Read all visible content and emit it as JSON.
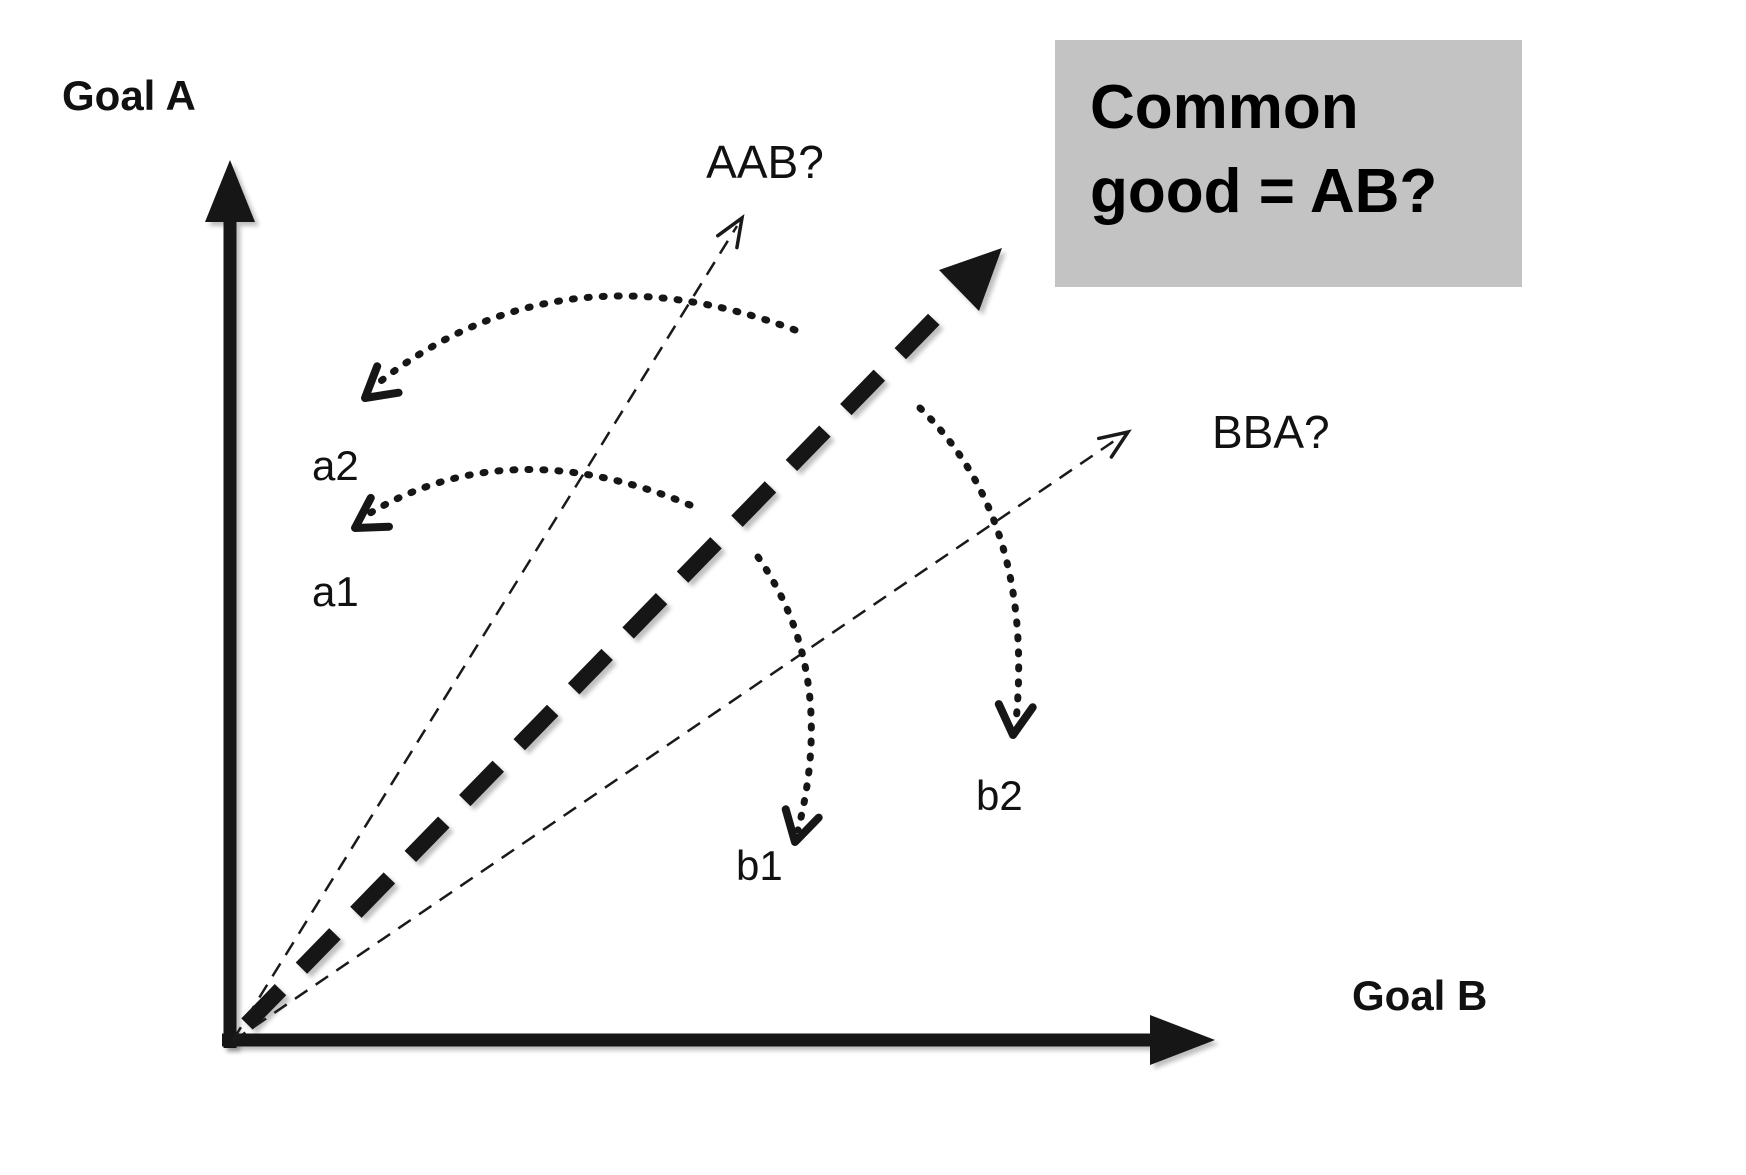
{
  "labels": {
    "goal_a": "Goal A",
    "goal_b": "Goal B",
    "aab": "AAB?",
    "bba": "BBA?",
    "a1": "a1",
    "a2": "a2",
    "b1": "b1",
    "b2": "b2"
  },
  "title_box": {
    "line1": "Common",
    "line2": "good = AB?"
  },
  "colors": {
    "background": "#ffffff",
    "line": "#141414",
    "box_background": "#c3c3c3",
    "box_text": "#000000"
  },
  "diagram_meaning": {
    "main_arrow": "Common good = AB? diagonal between Goal A axis and Goal B axis",
    "secondary_arrows": [
      "AAB?",
      "BBA?"
    ],
    "pull_curves_toward_goal_a": [
      "a1",
      "a2"
    ],
    "pull_curves_toward_goal_b": [
      "b1",
      "b2"
    ]
  }
}
